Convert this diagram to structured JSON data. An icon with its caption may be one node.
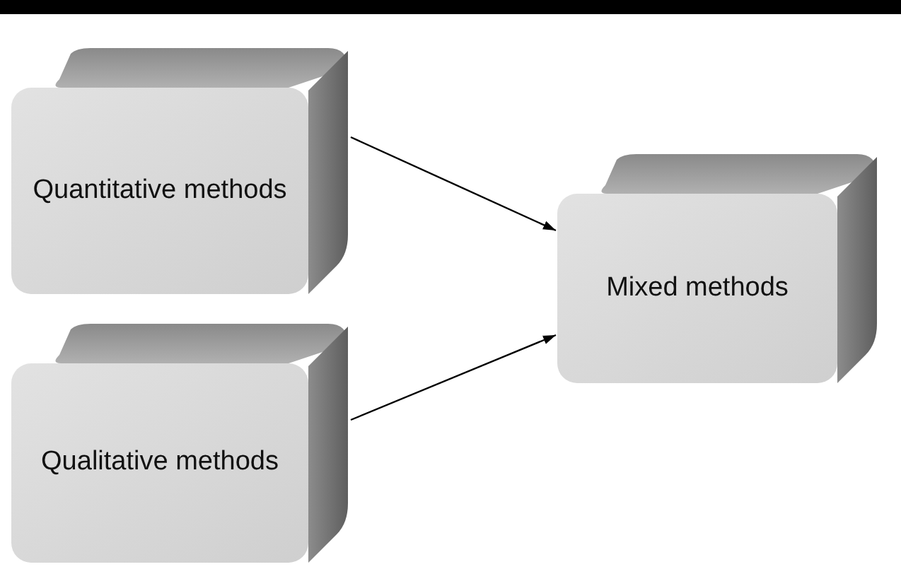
{
  "diagram": {
    "nodes": [
      {
        "text": [
          "Quantitative methods"
        ]
      },
      {
        "text": [
          "Qualitative methods"
        ]
      },
      {
        "text": [
          "Mixed methods"
        ]
      }
    ],
    "edges": [
      {
        "from": 0,
        "to": 2,
        "arrow": "to"
      },
      {
        "from": 1,
        "to": 2,
        "arrow": "to"
      }
    ]
  }
}
